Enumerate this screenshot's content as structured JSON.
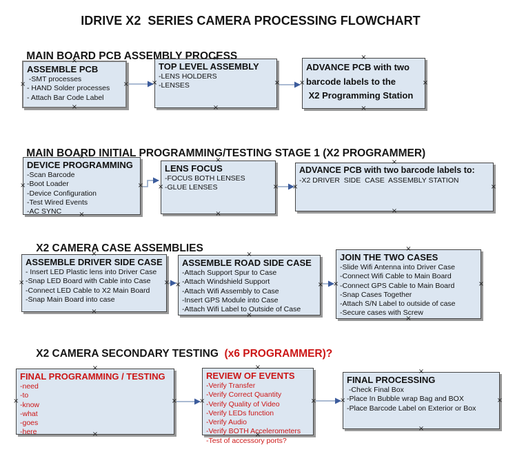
{
  "title": "IDRIVE X2  SERIES CAMERA PROCESSING FLOWCHART",
  "glyphs": {
    "anchor": "×"
  },
  "colors": {
    "box_fill": "#dce6f1",
    "box_border": "#454545",
    "box_border_first": "#7d7d7d",
    "shadow": "#999999",
    "connector_line": "#8da4c4",
    "connector_head": "#3c5c9c",
    "red": "#cc1616",
    "text": "#111111"
  },
  "sections": [
    {
      "header": "MAIN BOARD PCB ASSEMBLY PROCESS",
      "boxes": [
        {
          "title": "ASSEMBLE PCB",
          "items": [
            " -SMT processes",
            "- HAND Solder processes",
            "- Attach Bar Code Label"
          ]
        },
        {
          "title": "TOP LEVEL ASSEMBLY",
          "items": [
            "-LENS HOLDERS",
            "-LENSES"
          ]
        },
        {
          "title": "ADVANCE PCB with two",
          "items": [
            "barcode labels to the",
            " X2 Programming Station"
          ]
        }
      ]
    },
    {
      "header": "MAIN BOARD INITIAL PROGRAMMING/TESTING STAGE 1 (X2 PROGRAMMER)",
      "boxes": [
        {
          "title": "DEVICE PROGRAMMING",
          "items": [
            "-Scan Barcode",
            "-Boot Loader",
            "-Device Configuration",
            "-Test Wired Events",
            "-AC SYNC"
          ]
        },
        {
          "title": "LENS FOCUS",
          "items": [
            "-FOCUS BOTH LENSES",
            "-GLUE LENSES"
          ]
        },
        {
          "title": "ADVANCE PCB with two barcode labels to:",
          "items": [
            "-X2 DRIVER  SIDE  CASE  ASSEMBLY STATION"
          ]
        }
      ]
    },
    {
      "header": "X2 CAMERA CASE ASSEMBLIES",
      "boxes": [
        {
          "title": "ASSEMBLE DRIVER SIDE CASE",
          "items": [
            "- Insert LED Plastic lens into Driver Case",
            "-Snap LED Board with Cable into Case",
            "-Connect LED Cable to X2 Main Board",
            "-Snap Main Board into case"
          ]
        },
        {
          "title": "ASSEMBLE ROAD SIDE CASE",
          "items": [
            "-Attach Support Spur to Case",
            "-Attach Windshield Support",
            "-Attach Wifi Assembly to Case",
            "-Insert GPS Module into Case",
            "-Attach Wifi Label to Outside of Case"
          ]
        },
        {
          "title": "JOIN THE TWO CASES",
          "items": [
            "-Slide Wifi Antenna into Driver Case",
            "-Connect Wifi Cable to Main Board",
            "-Connect GPS Cable to Main Board",
            "-Snap Cases Together",
            "-Attach S/N Label to outside of case",
            "-Secure cases with Screw"
          ]
        }
      ]
    },
    {
      "header": "X2 CAMERA SECONDARY TESTING",
      "header_suffix": "  (x6 PROGRAMMER)?",
      "boxes": [
        {
          "title": "FINAL PROGRAMMING / TESTING",
          "items": [
            "-need",
            "-to",
            "-know",
            "-what",
            "-goes",
            "-here"
          ]
        },
        {
          "title": "REVIEW OF EVENTS",
          "items": [
            "-Verify Transfer",
            "-Verify Correct Quantity",
            "-Verify Quality of Video",
            "-Verify LEDs function",
            "-Verify Audio",
            "-Verify BOTH Accelerometers",
            "-Test of accessory ports?"
          ]
        },
        {
          "title": "FINAL PROCESSING",
          "items": [
            " -Check Final Box",
            "-Place In Bubble wrap Bag and BOX",
            "-Place Barcode Label on Exterior or Box"
          ]
        }
      ]
    }
  ]
}
